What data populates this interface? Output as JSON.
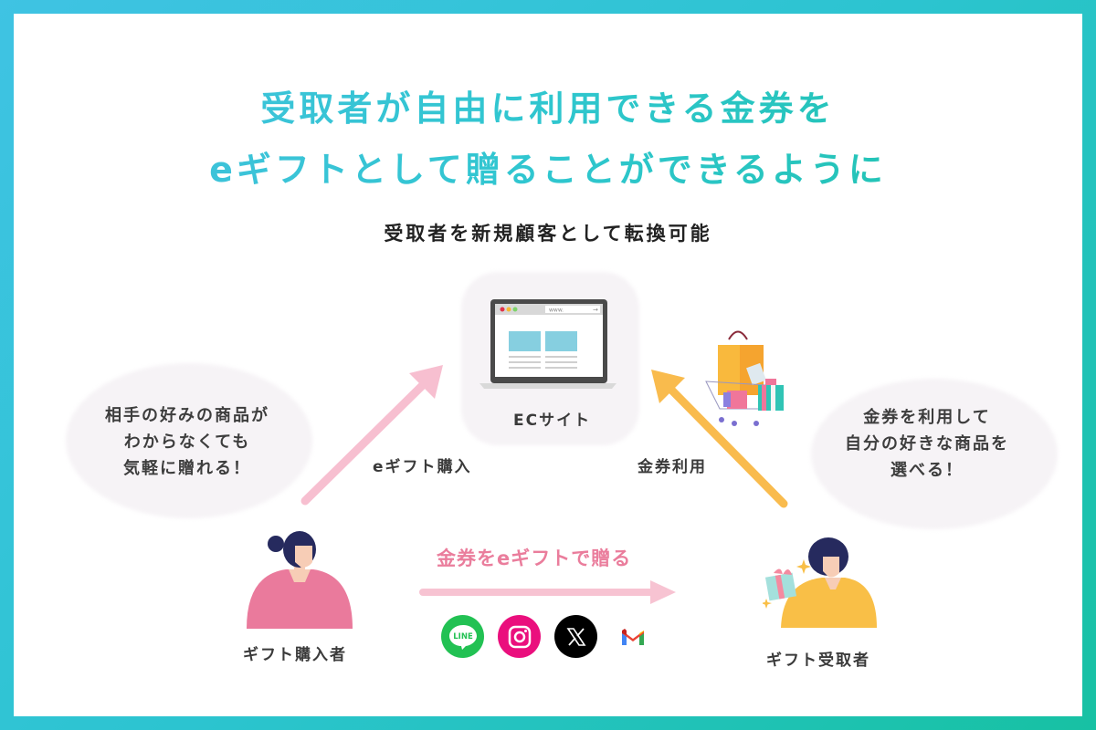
{
  "headline": {
    "line1": "受取者が自由に利用できる金券を",
    "line2": "eギフトとして贈ることができるように"
  },
  "subheadline": "受取者を新規顧客として転換可能",
  "ec_site": {
    "label": "ECサイト",
    "browser_url": "www.",
    "icon": "laptop-browser-icon"
  },
  "left_bubble": {
    "lines": [
      "相手の好みの商品が",
      "わからなくても",
      "気軽に贈れる！"
    ]
  },
  "right_bubble": {
    "lines": [
      "金券を利用して",
      "自分の好きな商品を",
      "選べる！"
    ]
  },
  "arrows": {
    "purchase": {
      "label": "eギフト購入",
      "color": "#f7bfd0"
    },
    "use": {
      "label": "金券利用",
      "color": "#f9bb4d"
    },
    "send": {
      "label": "金券をeギフトで贈る",
      "color": "#f7c3d2"
    }
  },
  "people": {
    "buyer": {
      "label": "ギフト購入者",
      "shirt_color": "#ea7a9c"
    },
    "receiver": {
      "label": "ギフト受取者",
      "shirt_color": "#f9bf47"
    }
  },
  "sns_icons": [
    {
      "name": "line-icon",
      "text": "LINE",
      "color": "#22c153"
    },
    {
      "name": "instagram-icon",
      "text": "",
      "color": "#ea0f7d"
    },
    {
      "name": "x-icon",
      "text": "X",
      "color": "#000000"
    },
    {
      "name": "gmail-icon",
      "text": "M",
      "color": "#ffffff"
    }
  ],
  "colors": {
    "frame_start": "#3fc3e3",
    "frame_end": "#17c1a3",
    "headline_accent": "#2fc6cf",
    "send_label": "#ea7d9c"
  }
}
